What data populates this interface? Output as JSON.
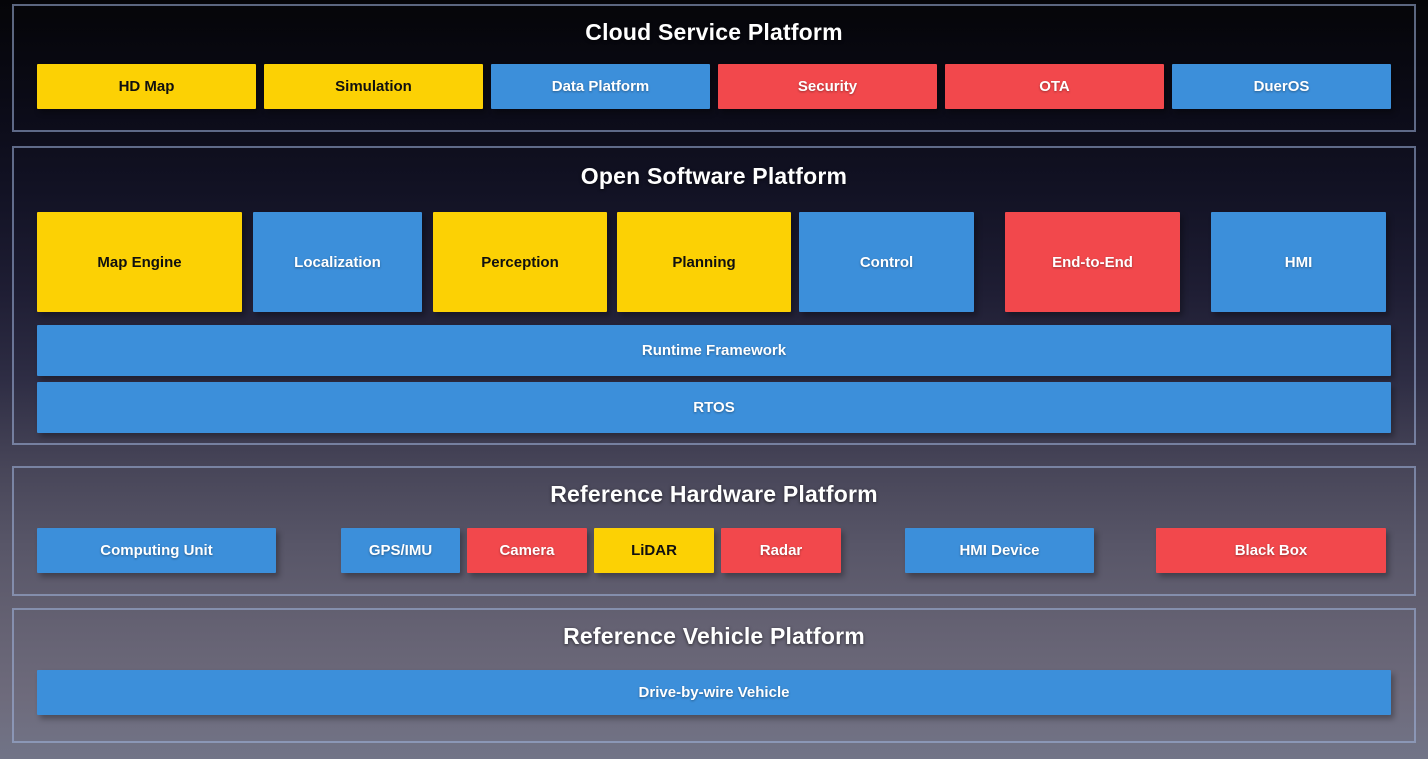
{
  "colors": {
    "yellow": "#FCD104",
    "blue": "#3C8FDA",
    "red": "#F2484C"
  },
  "sections": [
    {
      "title": "Cloud Service Platform",
      "boxes": [
        {
          "label": "HD Map",
          "color": "yellow"
        },
        {
          "label": "Simulation",
          "color": "yellow"
        },
        {
          "label": "Data Platform",
          "color": "blue"
        },
        {
          "label": "Security",
          "color": "red"
        },
        {
          "label": "OTA",
          "color": "red"
        },
        {
          "label": "DuerOS",
          "color": "blue"
        }
      ]
    },
    {
      "title": "Open Software Platform",
      "boxes": [
        {
          "label": "Map Engine",
          "color": "yellow"
        },
        {
          "label": "Localization",
          "color": "blue"
        },
        {
          "label": "Perception",
          "color": "yellow"
        },
        {
          "label": "Planning",
          "color": "yellow"
        },
        {
          "label": "Control",
          "color": "blue"
        },
        {
          "label": "End-to-End",
          "color": "red"
        },
        {
          "label": "HMI",
          "color": "blue"
        }
      ],
      "bars": [
        {
          "label": "Runtime Framework",
          "color": "blue"
        },
        {
          "label": "RTOS",
          "color": "blue"
        }
      ]
    },
    {
      "title": "Reference Hardware Platform",
      "boxes": [
        {
          "label": "Computing Unit",
          "color": "blue"
        },
        {
          "label": "GPS/IMU",
          "color": "blue"
        },
        {
          "label": "Camera",
          "color": "red"
        },
        {
          "label": "LiDAR",
          "color": "yellow"
        },
        {
          "label": "Radar",
          "color": "red"
        },
        {
          "label": "HMI Device",
          "color": "blue"
        },
        {
          "label": "Black Box",
          "color": "red"
        }
      ]
    },
    {
      "title": "Reference Vehicle Platform",
      "bars": [
        {
          "label": "Drive-by-wire Vehicle",
          "color": "blue"
        }
      ]
    }
  ]
}
